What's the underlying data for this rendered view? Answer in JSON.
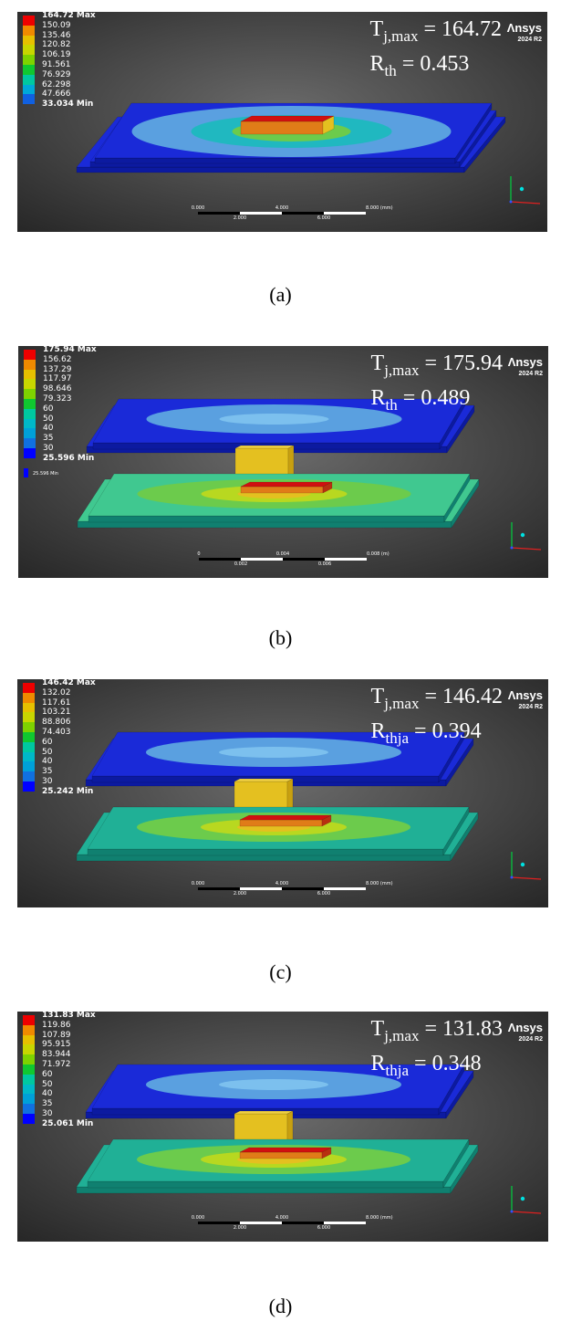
{
  "brand": {
    "name": "Λnsys",
    "version": "2024 R2"
  },
  "legend_colors": [
    "#ee0000",
    "#f08a00",
    "#e6c000",
    "#c8d600",
    "#7ed200",
    "#10c830",
    "#00c8a0",
    "#00a8d8",
    "#1060e0",
    "#0000ff"
  ],
  "colors": {
    "deep_blue": "#1a2ad8",
    "light_blue": "#5aa0e0",
    "cyan": "#20b8c0",
    "teal": "#20b096",
    "green": "#6ccb4c",
    "yellow": "#e4c020",
    "orange": "#e07c18",
    "red": "#d01010"
  },
  "panels": [
    {
      "caption": "(a)",
      "legend": [
        "164.72 Max",
        "150.09",
        "135.46",
        "120.82",
        "106.19",
        "91.561",
        "76.929",
        "62.298",
        "47.666",
        "33.034 Min"
      ],
      "extra_legend": "",
      "tj_label": "T",
      "tj_sub": "j,max",
      "tj_value": "= 164.72",
      "rth_label": "R",
      "rth_sub": "th",
      "rth_value": "= 0.453",
      "scale_top": [
        "0.000",
        "4.000",
        "8.000 (mm)"
      ],
      "scale_bottom": [
        "2.000",
        "6.000"
      ]
    },
    {
      "caption": "(b)",
      "legend": [
        "175.94 Max",
        "156.62",
        "137.29",
        "117.97",
        "98.646",
        "79.323",
        "60",
        "50",
        "40",
        "35",
        "30",
        "25.596 Min"
      ],
      "extra_legend": "25.596 Min",
      "tj_label": "T",
      "tj_sub": "j,max",
      "tj_value": "= 175.94",
      "rth_label": "R",
      "rth_sub": "th",
      "rth_value": "= 0.489",
      "scale_top": [
        "0",
        "0.004",
        "0.008 (m)"
      ],
      "scale_bottom": [
        "0.002",
        "0.006"
      ]
    },
    {
      "caption": "(c)",
      "legend": [
        "146.42 Max",
        "132.02",
        "117.61",
        "103.21",
        "88.806",
        "74.403",
        "60",
        "50",
        "40",
        "35",
        "30",
        "25.242 Min"
      ],
      "extra_legend": "",
      "tj_label": "T",
      "tj_sub": "j,max",
      "tj_value": "= 146.42",
      "rth_label": "R",
      "rth_sub": "thja",
      "rth_value": "= 0.394",
      "scale_top": [
        "0.000",
        "4.000",
        "8.000 (mm)"
      ],
      "scale_bottom": [
        "2.000",
        "6.000"
      ]
    },
    {
      "caption": "(d)",
      "legend": [
        "131.83 Max",
        "119.86",
        "107.89",
        "95.915",
        "83.944",
        "71.972",
        "60",
        "50",
        "40",
        "35",
        "30",
        "25.061 Min"
      ],
      "extra_legend": "",
      "tj_label": "T",
      "tj_sub": "j,max",
      "tj_value": "= 131.83",
      "rth_label": "R",
      "rth_sub": "thja",
      "rth_value": "= 0.348",
      "scale_top": [
        "0.000",
        "4.000",
        "8.000 (mm)"
      ],
      "scale_bottom": [
        "2.000",
        "6.000"
      ]
    }
  ]
}
